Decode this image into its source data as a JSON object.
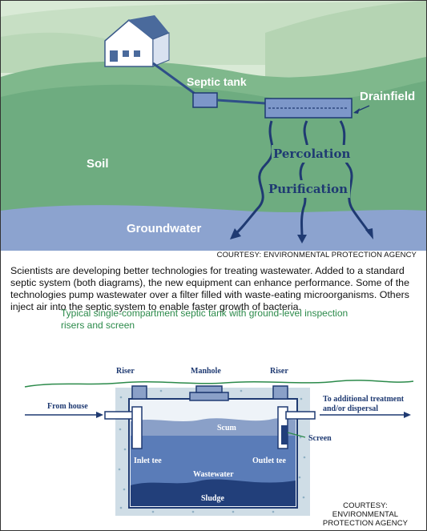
{
  "top_diagram": {
    "labels": {
      "septic_tank": "Septic tank",
      "drainfield": "Drainfield",
      "soil": "Soil",
      "percolation": "Percolation",
      "purification": "Purification",
      "groundwater": "Groundwater"
    },
    "credit": "COURTESY: ENVIRONMENTAL PROTECTION AGENCY"
  },
  "caption": "Scientists are developing better technologies for treating wastewater. Added to a standard septic system (both diagrams), the new equipment can enhance performance. Some of the technologies pump wastewater over a filter filled with waste-eating microorganisms. Others inject air into the septic system to enable faster growth of bacteria.",
  "bottom_diagram": {
    "title_line1": "Typical single-compartment septic tank with ground-level inspection",
    "title_line2": "risers and screen",
    "labels": {
      "riser_left": "Riser",
      "manhole": "Manhole",
      "riser_right": "Riser",
      "from_house": "From house",
      "to_additional_line1": "To additional treatment",
      "to_additional_line2": "and/or dispersal",
      "scum": "Scum",
      "screen": "Screen",
      "inlet_tee": "Inlet tee",
      "outlet_tee": "Outlet tee",
      "wastewater": "Wastewater",
      "sludge": "Sludge"
    },
    "credit_line1": "COURTESY: ENVIRONMENTAL",
    "credit_line2": "PROTECTION AGENCY"
  }
}
